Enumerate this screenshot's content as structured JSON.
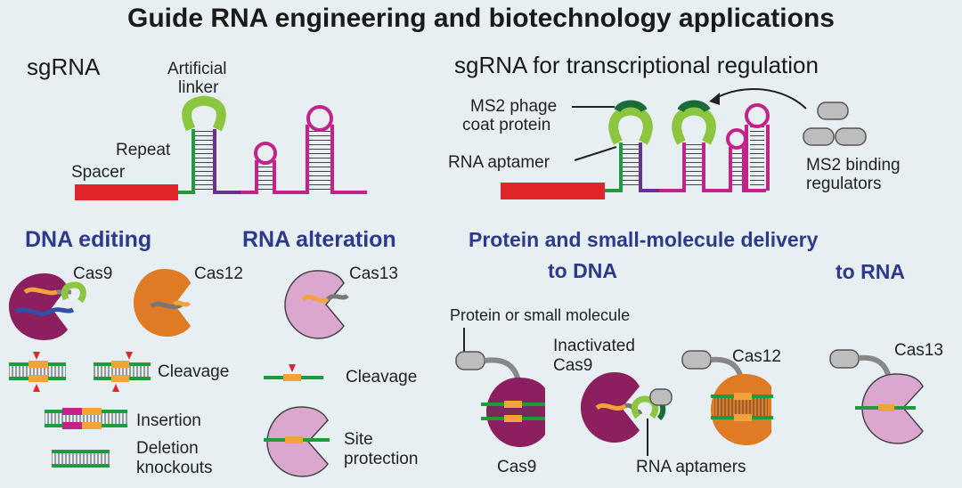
{
  "title": "Guide RNA engineering and biotechnology applications",
  "top_left": {
    "heading": "sgRNA",
    "artificial_linker": [
      "Artificial",
      "linker"
    ],
    "repeat": "Repeat",
    "spacer": "Spacer"
  },
  "top_right": {
    "heading": "sgRNA for transcriptional regulation",
    "ms2_coat": [
      "MS2 phage",
      "coat protein"
    ],
    "rna_aptamer": "RNA aptamer",
    "ms2_regulators": [
      "MS2 binding",
      "regulators"
    ]
  },
  "dna_editing": {
    "heading": "DNA editing",
    "cas9": "Cas9",
    "cas12": "Cas12",
    "cleavage": "Cleavage",
    "insertion": "Insertion",
    "deletion": [
      "Deletion",
      "knockouts"
    ]
  },
  "rna_alteration": {
    "heading": "RNA alteration",
    "cas13": "Cas13",
    "cleavage": "Cleavage",
    "site_protection": [
      "Site",
      "protection"
    ]
  },
  "delivery": {
    "heading": "Protein and small-molecule delivery",
    "to_dna": "to DNA",
    "to_rna": "to RNA",
    "protein_small": "Protein or small molecule",
    "inactivated_cas9": [
      "Inactivated",
      "Cas9"
    ],
    "cas12": "Cas12",
    "cas13": "Cas13",
    "cas9": "Cas9",
    "rna_aptamers": "RNA aptamers"
  },
  "colors": {
    "red": "#e0262a",
    "green": "#1f9a3c",
    "lime": "#8cc63f",
    "purple": "#6a2f8f",
    "magenta": "#c2228a",
    "maroon": "#8c1f5e",
    "orange": "#e07b25",
    "pink": "#dba7cf",
    "gray": "#9a9a9a",
    "yellow": "#f2a33a"
  }
}
